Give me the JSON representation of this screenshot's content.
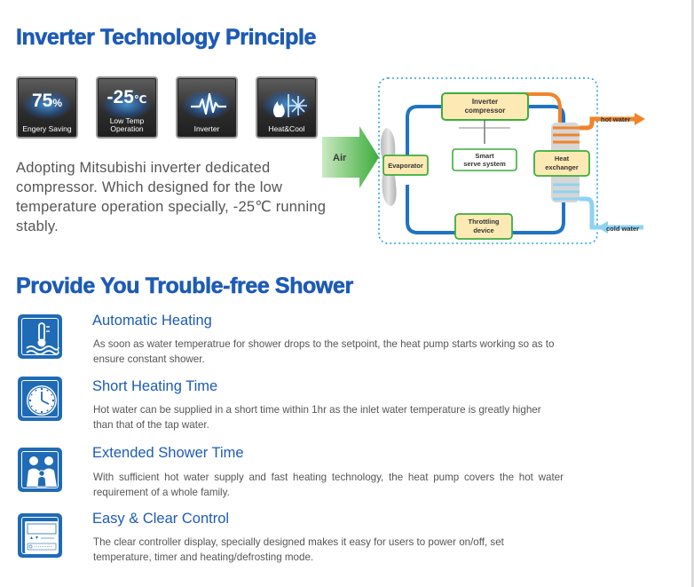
{
  "sections": {
    "principle_title": "Inverter Technology Principle",
    "shower_title": "Provide You Trouble-free Shower"
  },
  "tiles": [
    {
      "big": "75",
      "unit": "%",
      "caption": "Engery Saving",
      "icon": "percent-badge-icon"
    },
    {
      "big": "-25",
      "unit": "℃",
      "caption": "Low Temp Operation",
      "icon": "thermometer-badge-icon"
    },
    {
      "big": "",
      "unit": "",
      "caption": "Inverter",
      "icon": "waveform-icon"
    },
    {
      "big": "",
      "unit": "",
      "caption": "Heat&Cool",
      "icon": "flame-snowflake-icon"
    }
  ],
  "intro": "Adopting  Mitsubishi inverter dedicated compressor. Which designed for the low temperature operation specially, -25℃ running stably.",
  "diagram": {
    "air": "Air",
    "evaporator": "Evaporator",
    "compressor_1": "Inverter",
    "compressor_2": "compressor",
    "smart_1": "Smart",
    "smart_2": "serve system",
    "exchanger_1": "Heat",
    "exchanger_2": "exchanger",
    "throttle_1": "Throttling",
    "throttle_2": "device",
    "hot_water": "hot water",
    "cold_water": "cold water",
    "colors": {
      "orange": "#f0842a",
      "blue": "#1f73c4",
      "light_blue": "#8fd3f2",
      "green": "#3dad3c",
      "box_fill": "#fde9b3"
    }
  },
  "features": [
    {
      "title": "Automatic Heating",
      "text": "As soon as water temperatrue for shower drops to the setpoint, the heat pump starts working so as to ensure constant shower.",
      "icon": "water-temperature-icon"
    },
    {
      "title": "Short Heating Time",
      "text": "Hot water can be supplied in a short time within 1hr as the inlet water temperature is greatly higher than that of the tap water.",
      "icon": "clock-icon"
    },
    {
      "title": "Extended Shower Time",
      "text": "With sufficient hot water supply and fast heating technology, the heat pump covers the hot water requirement of a whole family.",
      "icon": "family-icon"
    },
    {
      "title": "Easy & Clear Control",
      "text": "The clear controller display, specially designed makes it easy for users to power on/off, set temperature, timer and heating/defrosting mode.",
      "icon": "controller-icon"
    }
  ],
  "colors": {
    "title_blue": "#1d5bb5",
    "icon_blue": "#1f6bb5"
  }
}
